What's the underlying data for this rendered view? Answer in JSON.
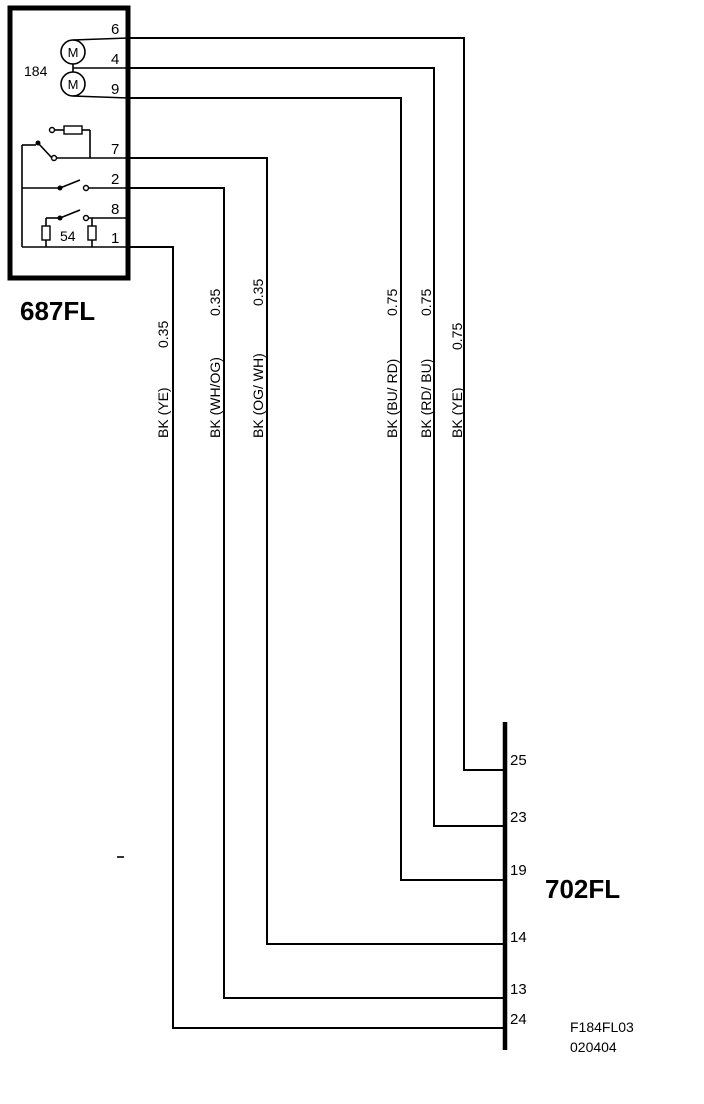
{
  "component_687": {
    "label": "687FL",
    "inner_code": "184",
    "relay_number": "54",
    "motor_symbol": "M",
    "pins": [
      "6",
      "4",
      "9",
      "7",
      "2",
      "8",
      "1"
    ]
  },
  "connector_702": {
    "label": "702FL",
    "pins": [
      "25",
      "23",
      "19",
      "14",
      "13",
      "24"
    ]
  },
  "wires": [
    {
      "from_pin": "6",
      "to_pin": "25",
      "color": "BK  (YE)",
      "gauge": "0.75"
    },
    {
      "from_pin": "4",
      "to_pin": "23",
      "color": "BK  (RD/ BU)",
      "gauge": "0.75"
    },
    {
      "from_pin": "9",
      "to_pin": "19",
      "color": "BK  (BU/ RD)",
      "gauge": "0.75"
    },
    {
      "from_pin": "7",
      "to_pin": "14",
      "color": "BK  (OG/ WH)",
      "gauge": "0.35"
    },
    {
      "from_pin": "2",
      "to_pin": "13",
      "color": "BK  (WH/OG)",
      "gauge": "0.35"
    },
    {
      "from_pin": "1",
      "to_pin": "24",
      "color": "BK  (YE)",
      "gauge": "0.35"
    }
  ],
  "drawing_code": "F184FL03",
  "drawing_date": "020404"
}
